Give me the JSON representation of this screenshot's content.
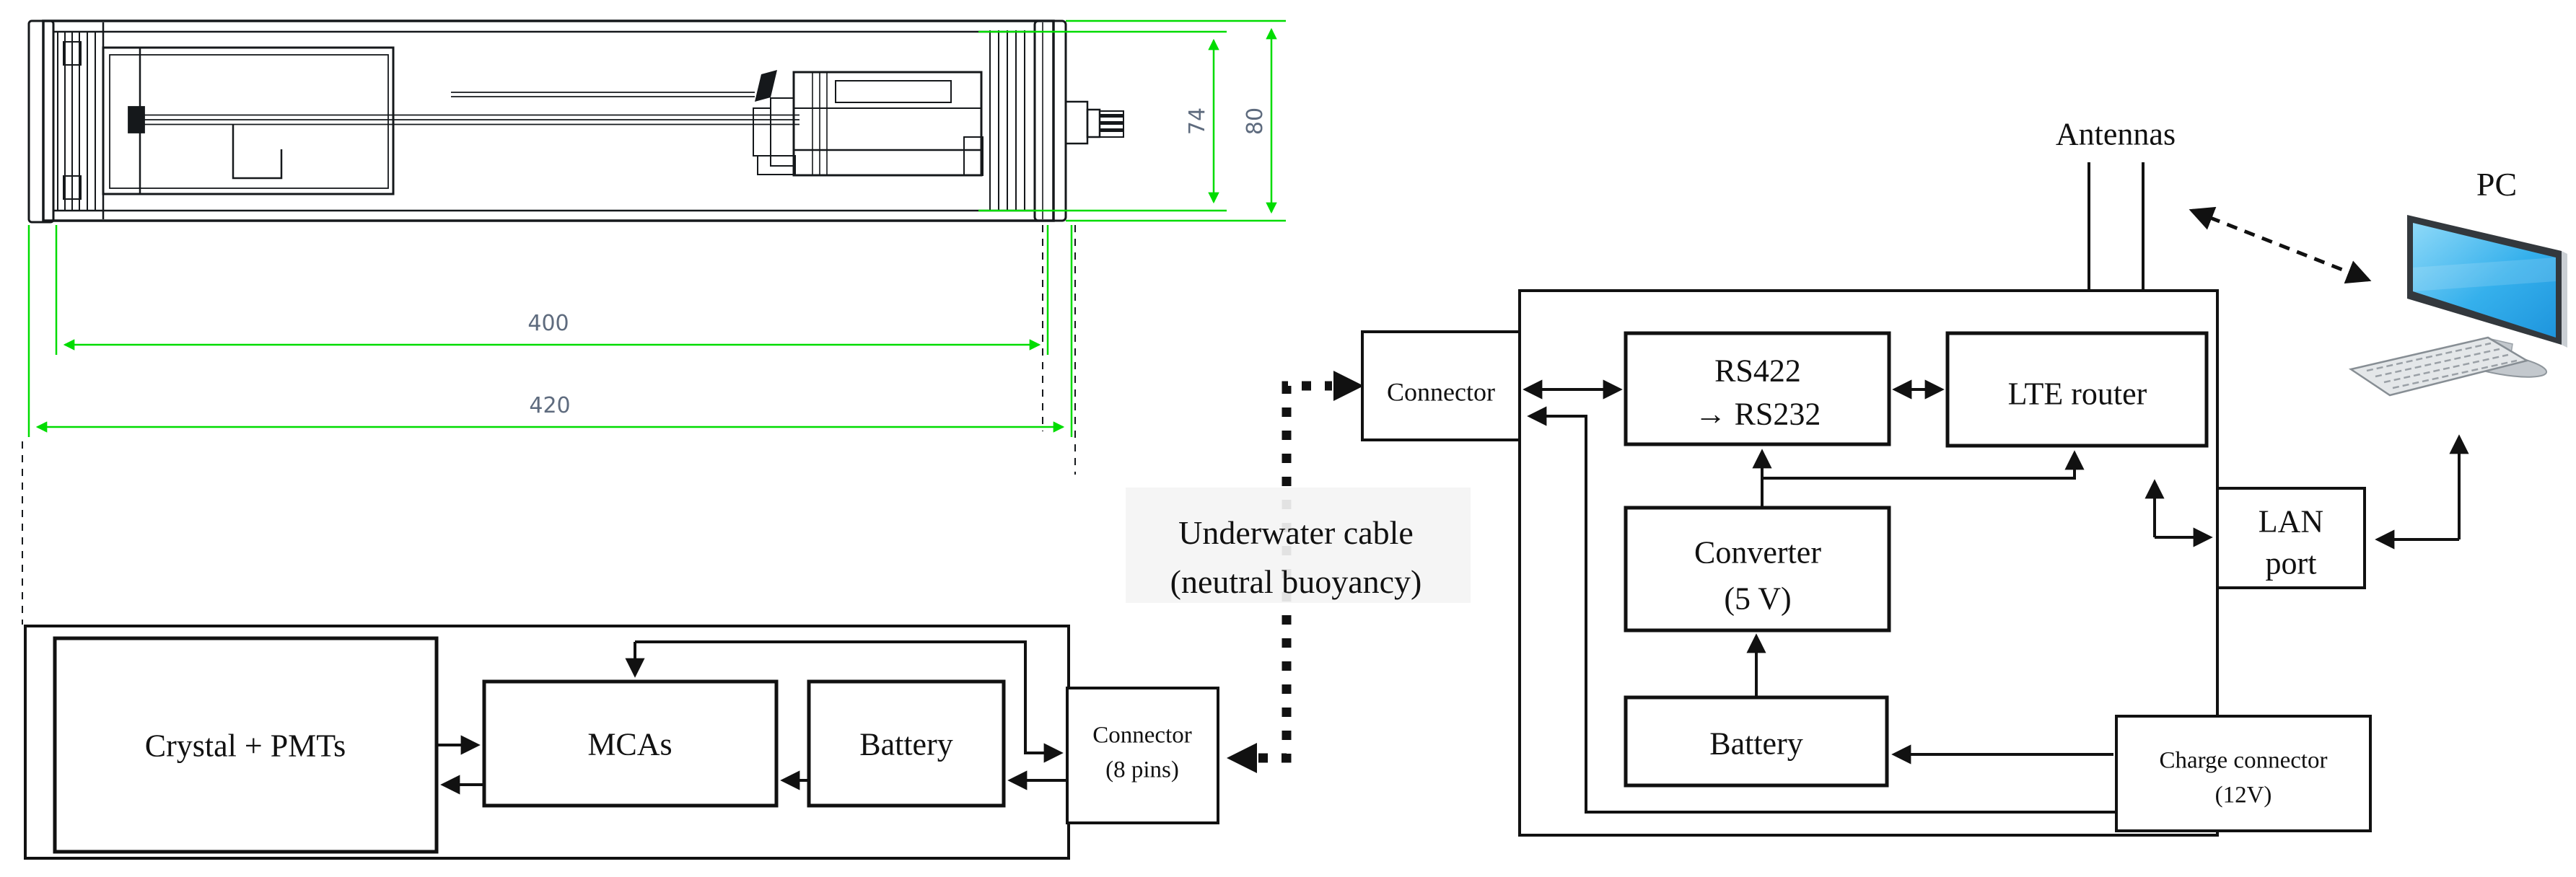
{
  "cad": {
    "description": "engineering side-view drawing of cylindrical underwater detector housing",
    "dim_length_body": "400",
    "dim_length_total": "420",
    "dim_diameter_inner": "74",
    "dim_diameter_outer": "80"
  },
  "underwater_unit": {
    "crystal_pmts": "Crystal + PMTs",
    "mcas": "MCAs",
    "battery": "Battery",
    "connector_line1": "Connector",
    "connector_line2": "(8 pins)"
  },
  "cable": {
    "label_line1": "Underwater cable",
    "label_line2": "(neutral buoyancy)"
  },
  "surface_unit": {
    "connector": "Connector",
    "rs422_line1": "RS422",
    "rs422_line2": "→ RS232",
    "lte_router": "LTE router",
    "converter_line1": "Converter",
    "converter_line2": "(5 V)",
    "battery": "Battery",
    "lan_line1": "LAN",
    "lan_line2": "port",
    "charge_line1": "Charge connector",
    "charge_line2": "(12V)",
    "antennas": "Antennas"
  },
  "pc": {
    "label": "PC"
  },
  "colors": {
    "dimension_line": "#00dc00",
    "dimension_text": "#5e6b7e",
    "diagram_line": "#111111",
    "pc_screen_blue": "#2aa9e9"
  }
}
